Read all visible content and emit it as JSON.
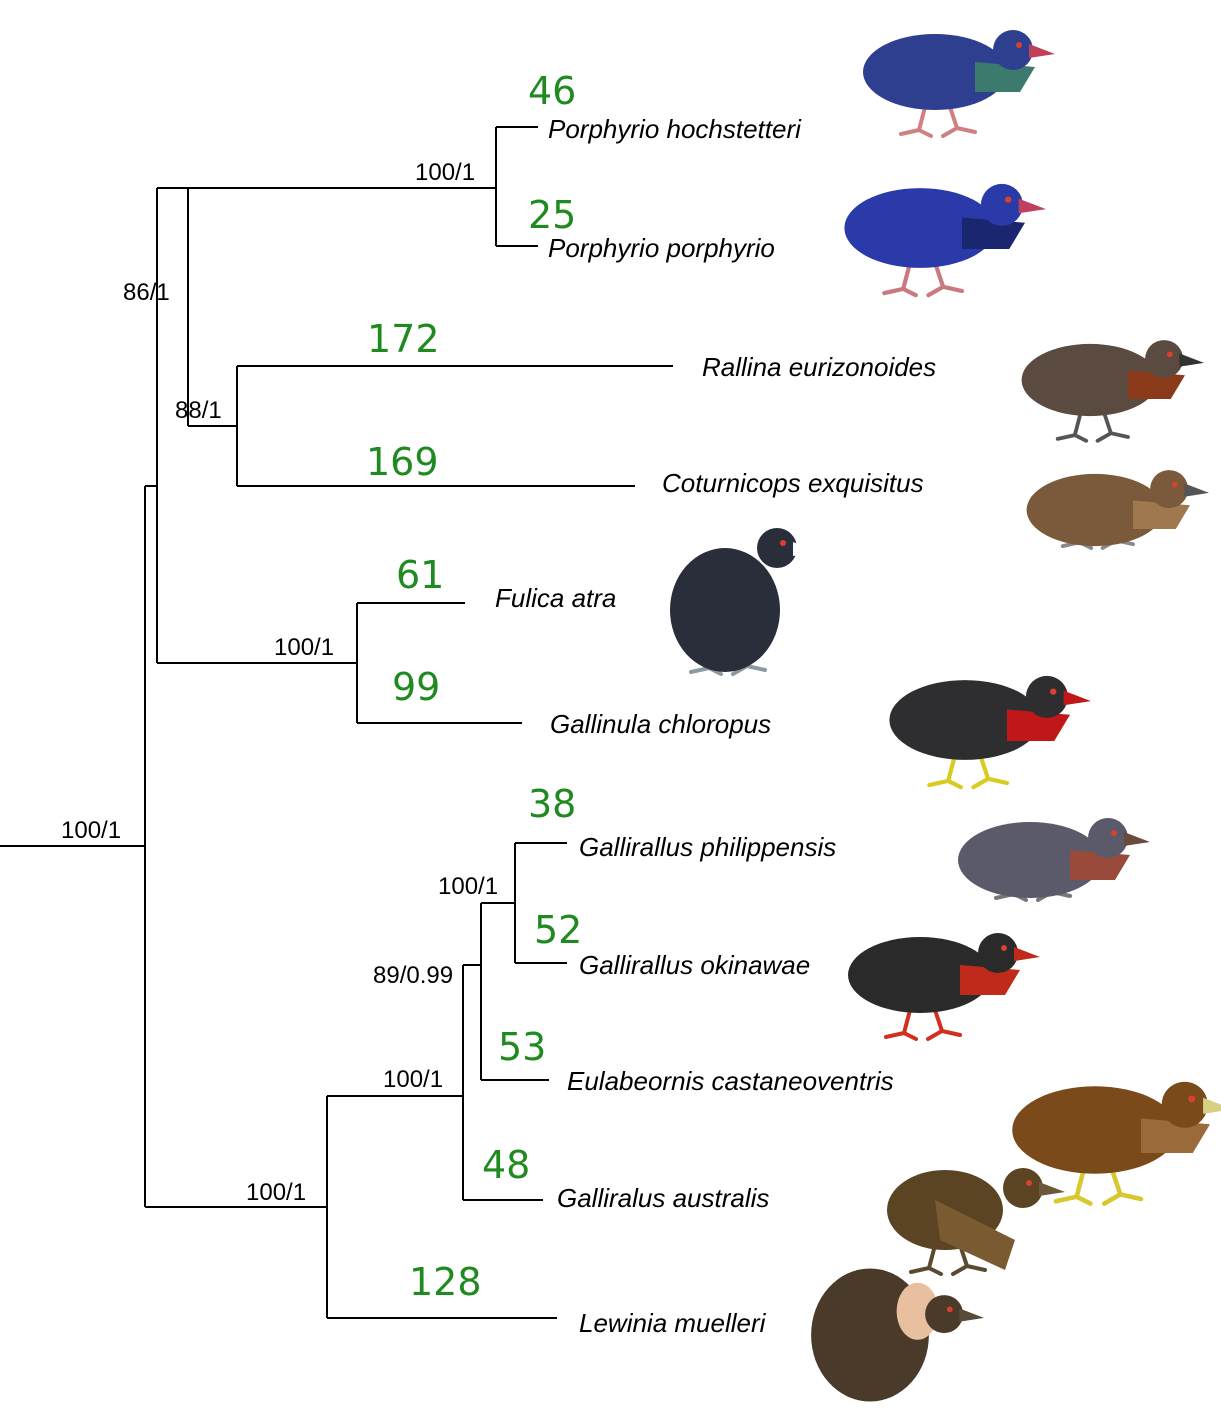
{
  "tree": {
    "support_labels": {
      "root": "100/1",
      "clade_porphyrio_rallina": "86/1",
      "porphyrio": "100/1",
      "rallina_coturnicops": "88/1",
      "fulica_gallinula": "100/1",
      "gallirallus_lewinia": "100/1",
      "gallirallus_core": "100/1",
      "gallirallus_eulabeornis": "89/0.99",
      "gallirallus_pair": "100/1"
    },
    "taxa": [
      {
        "name": "Porphyrio hochstetteri",
        "count": "46"
      },
      {
        "name": "Porphyrio porphyrio",
        "count": "25"
      },
      {
        "name": "Rallina eurizonoides",
        "count": "172"
      },
      {
        "name": "Coturnicops exquisitus",
        "count": "169"
      },
      {
        "name": "Fulica atra",
        "count": "61"
      },
      {
        "name": "Gallinula chloropus",
        "count": "99"
      },
      {
        "name": "Gallirallus philippensis",
        "count": "38"
      },
      {
        "name": "Gallirallus okinawae",
        "count": "52"
      },
      {
        "name": "Eulabeornis castaneoventris",
        "count": "53"
      },
      {
        "name": "Galliralus australis",
        "count": "48"
      },
      {
        "name": "Lewinia muelleri",
        "count": "128"
      }
    ],
    "colors": {
      "branch": "#000000",
      "count": "#1f8a1f"
    }
  },
  "illustrations": [
    {
      "taxon": "Porphyrio hochstetteri",
      "icon": "takahe-bird-icon",
      "body": "#2f3f8f",
      "accent": "#3c7a6e",
      "bill": "#c0405a",
      "legs": "#d08080"
    },
    {
      "taxon": "Porphyrio porphyrio",
      "icon": "swamphen-bird-icon",
      "body": "#2a3aa8",
      "accent": "#1b2670",
      "bill": "#c04060",
      "legs": "#c87a80"
    },
    {
      "taxon": "Rallina eurizonoides",
      "icon": "crake-bird-icon",
      "body": "#5a4a40",
      "accent": "#8a3a18",
      "bill": "#333333",
      "legs": "#555555"
    },
    {
      "taxon": "Coturnicops exquisitus",
      "icon": "crake-bird-icon",
      "body": "#7a5a3a",
      "accent": "#a07850",
      "bill": "#555555",
      "legs": "#888888"
    },
    {
      "taxon": "Fulica atra",
      "icon": "coot-bird-icon",
      "body": "#2a2e3a",
      "accent": "#ffffff",
      "bill": "#ffffff",
      "legs": "#8a9aa0"
    },
    {
      "taxon": "Gallinula chloropus",
      "icon": "moorhen-bird-icon",
      "body": "#2e2e30",
      "accent": "#c01818",
      "bill": "#c01818",
      "legs": "#d8cc20"
    },
    {
      "taxon": "Gallirallus philippensis",
      "icon": "rail-bird-icon",
      "body": "#5a5a6a",
      "accent": "#9a4a3a",
      "bill": "#6a4a3a",
      "legs": "#777777"
    },
    {
      "taxon": "Gallirallus okinawae",
      "icon": "rail-bird-icon",
      "body": "#2a2a2a",
      "accent": "#c02a1a",
      "bill": "#c02a1a",
      "legs": "#d03020"
    },
    {
      "taxon": "Eulabeornis castaneoventris",
      "icon": "rail-bird-icon",
      "body": "#7a4a1a",
      "accent": "#9a6a3a",
      "bill": "#d8d080",
      "legs": "#d8c830"
    },
    {
      "taxon": "Galliralus australis",
      "icon": "weka-bird-icon",
      "body": "#5a4424",
      "accent": "#7a5a30",
      "bill": "#6a5a3a",
      "legs": "#5a4a30"
    },
    {
      "taxon": "Lewinia muelleri",
      "icon": "rail-bird-icon",
      "body": "#4a3a2a",
      "accent": "#7a2a2a",
      "bill": "#5a4a3a",
      "legs": "#5a4a3a"
    }
  ]
}
